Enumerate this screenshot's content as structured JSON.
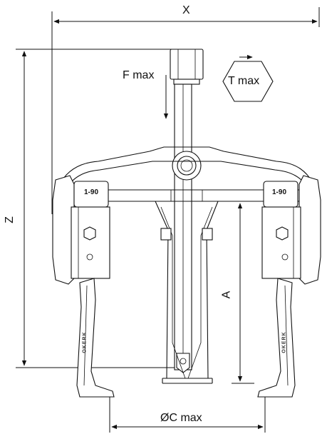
{
  "labels": {
    "x": "X",
    "z": "Z",
    "a": "A",
    "f_max": "F max",
    "t_max": "T max",
    "c_max": "ØC max"
  },
  "badges": {
    "left": "1-90",
    "right": "1-90"
  },
  "arm_marking": {
    "left": "OKERK",
    "right": "OKERK"
  },
  "colors": {
    "line": "#111111",
    "background": "#ffffff"
  }
}
